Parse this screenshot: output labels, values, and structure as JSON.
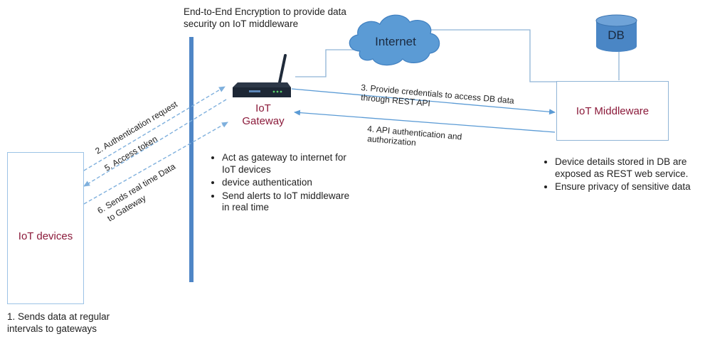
{
  "encryption_note": "End-to-End Encryption to provide data security on IoT middleware",
  "internet_label": "Internet",
  "db_label": "DB",
  "gateway_label_line1": "IoT",
  "gateway_label_line2": "Gateway",
  "middleware_label": "IoT Middleware",
  "devices_label": "IoT devices",
  "devices_note_line1": "1. Sends data at regular",
  "devices_note_line2": "intervals to gateways",
  "flows": {
    "auth_request": "2. Authentication request",
    "access_token": "5. Access token",
    "realtime_line1": "6. Sends real time Data",
    "realtime_line2": "to Gateway",
    "provide_line1": "3. Provide credentials to access DB data",
    "provide_line2": "through REST API",
    "api_auth_line1": "4. API authentication and",
    "api_auth_line2": "authorization"
  },
  "gateway_bullets": [
    "Act as gateway to internet for IoT devices",
    "device authentication",
    "Send alerts to IoT middleware in real time"
  ],
  "middleware_bullets": [
    "Device details stored in DB are exposed as REST web service.",
    "Ensure privacy of sensitive data"
  ],
  "colors": {
    "connector": "#5b9bd5",
    "maroon": "#8b1a3a",
    "cloud": "#5b9bd5",
    "db": "#4a86c5"
  }
}
